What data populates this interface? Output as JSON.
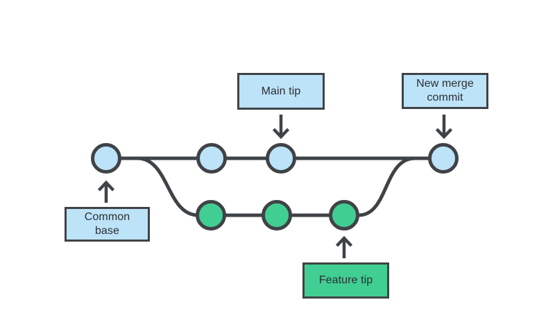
{
  "diagram": {
    "background": "#ffffff",
    "colors": {
      "main_node_fill": "#bde3f8",
      "feature_node_fill": "#41ce92",
      "line_stroke": "#3f4347",
      "label_text": "#2a2e33"
    },
    "labels": {
      "main_tip": "Main tip",
      "new_merge_commit": "New merge commit",
      "common_base": "Common base",
      "feature_tip": "Feature tip"
    },
    "branches": {
      "main": {
        "node_color": "#bde3f8",
        "commit_count": 4
      },
      "feature": {
        "node_color": "#41ce92",
        "commit_count": 3
      }
    }
  }
}
